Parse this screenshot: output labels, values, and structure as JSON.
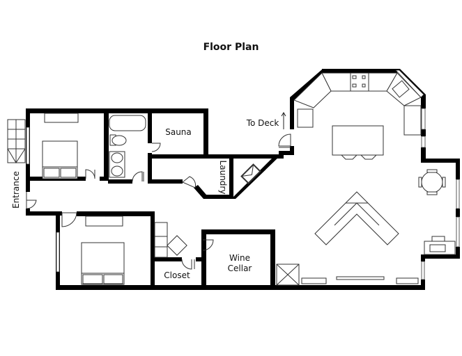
{
  "title": "Floor Plan",
  "rooms": [
    {
      "id": "sauna",
      "label": "Sauna"
    },
    {
      "id": "laundry",
      "label": "Laundry"
    },
    {
      "id": "closet",
      "label": "Closet"
    },
    {
      "id": "wine_cellar",
      "label_line1": "Wine",
      "label_line2": "Cellar"
    },
    {
      "id": "bedroom_1",
      "label": ""
    },
    {
      "id": "bedroom_2",
      "label": ""
    },
    {
      "id": "bathroom",
      "label": ""
    },
    {
      "id": "kitchen_living",
      "label": ""
    }
  ],
  "annotations": {
    "entrance": "Entrance",
    "to_deck": "To Deck"
  },
  "colors": {
    "wall": "#000000",
    "line": "#333333",
    "background": "#ffffff"
  }
}
